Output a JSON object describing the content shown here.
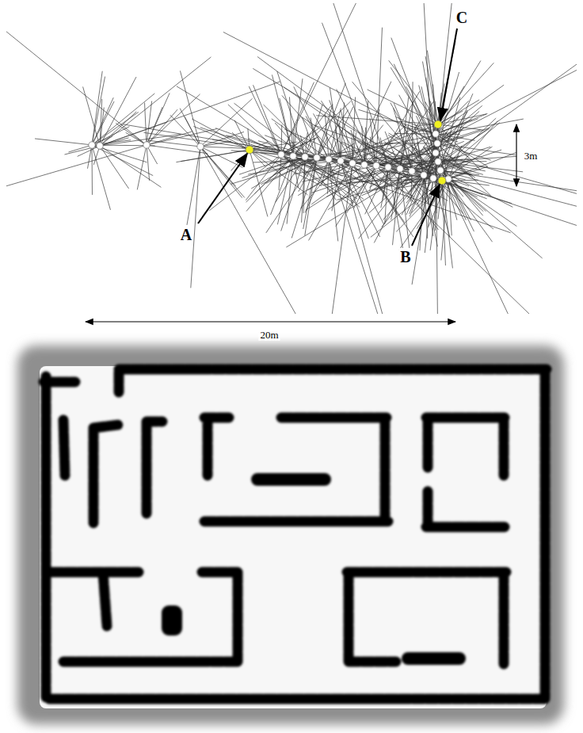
{
  "diagram": {
    "labels": [
      "C",
      "3m",
      "A",
      "B",
      "20m"
    ]
  }
}
